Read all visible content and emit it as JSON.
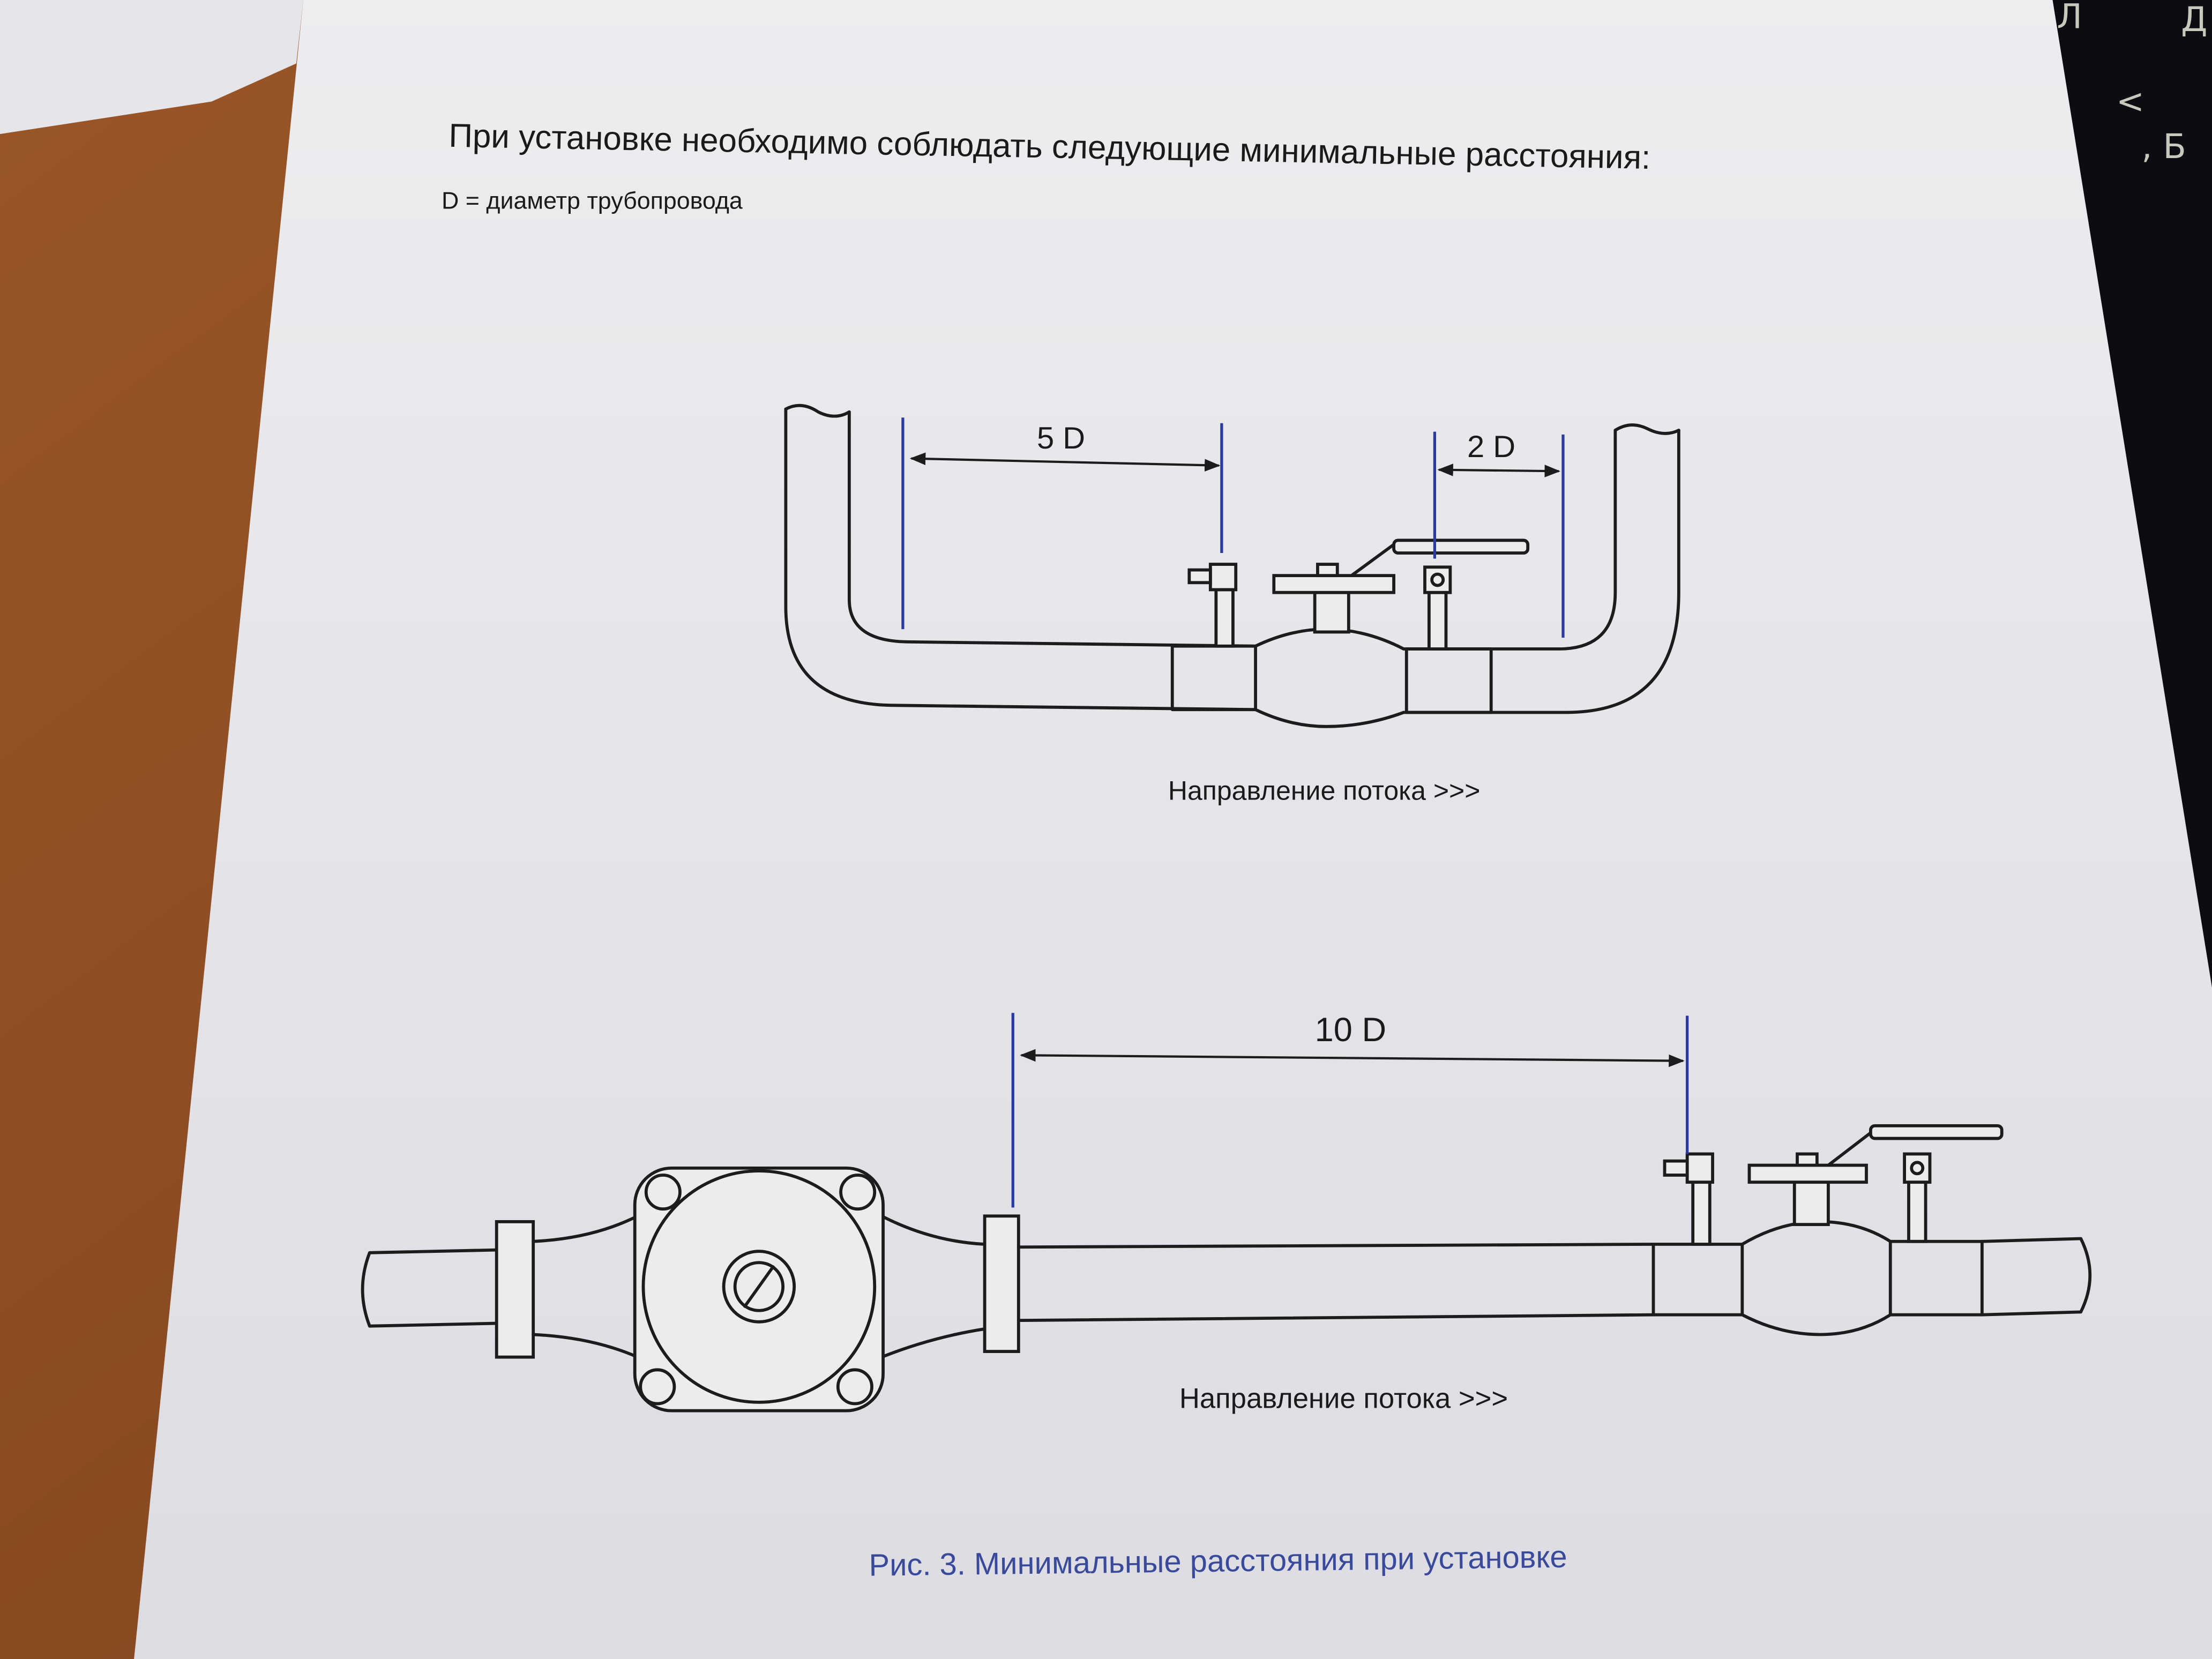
{
  "document": {
    "heading": "При установке необходимо соблюдать следующие минимальные расстояния:",
    "legend": "D = диаметр трубопровода",
    "diagram_top": {
      "upstream_distance": "5 D",
      "downstream_distance": "2 D",
      "flow_label": "Направление потока >>>"
    },
    "diagram_bottom": {
      "upstream_distance": "10 D",
      "flow_label": "Направление потока >>>"
    },
    "caption": "Рис. 3. Минимальные расстояния при установке"
  },
  "keyboard": {
    "keys": [
      "Л",
      "Д",
      "<",
      ", Б"
    ]
  },
  "colors": {
    "dimension_lines": "#2a3aa0",
    "caption": "#3a4a9a",
    "paper": "#ececef",
    "desk": "#8a4a24"
  }
}
